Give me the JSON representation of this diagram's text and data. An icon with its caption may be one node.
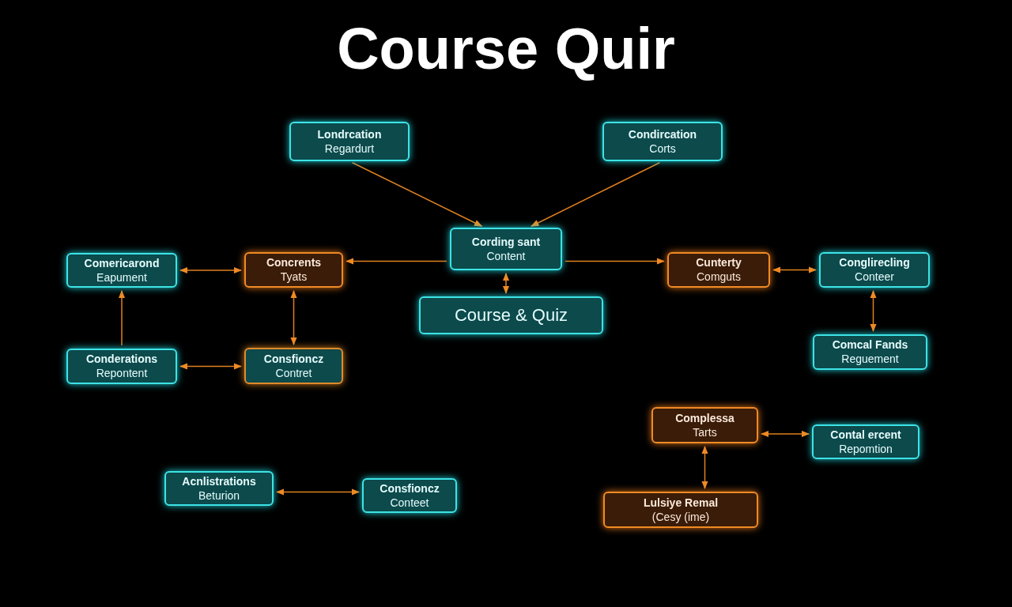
{
  "diagram": {
    "title": "Course Quir",
    "nodes": [
      {
        "text": [
          "Londrcation",
          "Regardurt"
        ]
      },
      {
        "text": [
          "Condircation",
          "Corts"
        ]
      },
      {
        "text": [
          "Cording sant",
          "Content"
        ]
      },
      {
        "text": [
          "Comericarond",
          "Eapument"
        ]
      },
      {
        "text": [
          "Concrents",
          "Tyats"
        ]
      },
      {
        "text": [
          "Cunterty",
          "Comguts"
        ]
      },
      {
        "text": [
          "Conglirecling",
          "Conteer"
        ]
      },
      {
        "text": [
          "Course & Quiz"
        ]
      },
      {
        "text": [
          "Conderations",
          "Repontent"
        ]
      },
      {
        "text": [
          "Consfioncz",
          "Contret"
        ]
      },
      {
        "text": [
          "Comcal Fands",
          "Reguement"
        ]
      },
      {
        "text": [
          "Complessa",
          "Tarts"
        ]
      },
      {
        "text": [
          "Contal ercent",
          "Repomtion"
        ]
      },
      {
        "text": [
          "Acnlistrations",
          "Beturion"
        ]
      },
      {
        "text": [
          "Consfioncz",
          "Conteet"
        ]
      },
      {
        "text": [
          "Lulsiye Remal",
          "(Cesy (ime)"
        ]
      }
    ],
    "edges": [
      {
        "from": 0,
        "to": 2,
        "arrow": "to"
      },
      {
        "from": 1,
        "to": 2,
        "arrow": "to"
      },
      {
        "from": 2,
        "to": 4,
        "arrow": "to"
      },
      {
        "from": 2,
        "to": 5,
        "arrow": "to"
      },
      {
        "from": 2,
        "to": 7,
        "arrow": "both"
      },
      {
        "from": 3,
        "to": 4,
        "arrow": "both"
      },
      {
        "from": 8,
        "to": 3,
        "arrow": "to"
      },
      {
        "from": 4,
        "to": 9,
        "arrow": "both"
      },
      {
        "from": 8,
        "to": 9,
        "arrow": "both"
      },
      {
        "from": 5,
        "to": 6,
        "arrow": "both"
      },
      {
        "from": 6,
        "to": 10,
        "arrow": "both"
      },
      {
        "from": 11,
        "to": 12,
        "arrow": "both"
      },
      {
        "from": 11,
        "to": 15,
        "arrow": "both"
      },
      {
        "from": 13,
        "to": 14,
        "arrow": "both"
      }
    ]
  }
}
